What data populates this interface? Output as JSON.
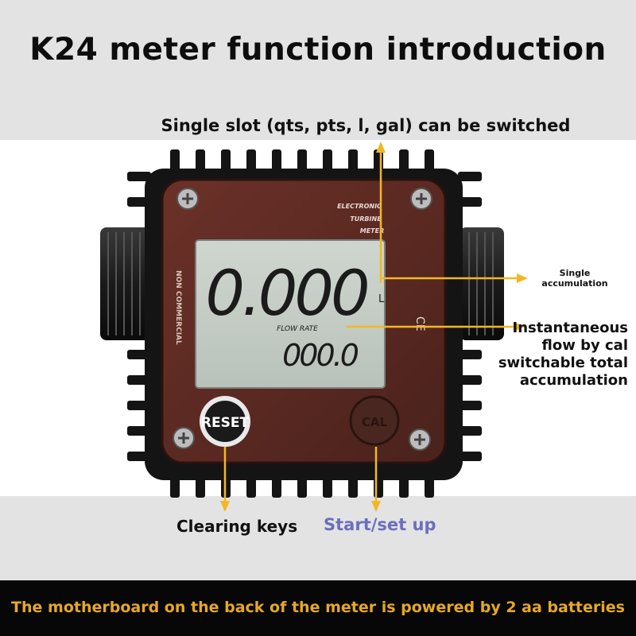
{
  "title": "K24 meter function introduction",
  "labels": {
    "slot_switch": "Single slot (qts, pts, l, gal) can be switched",
    "single_accumulation": "Single accumulation",
    "instantaneous_flow": "Instantaneous flow by cal switchable total accumulation",
    "clearing_keys": "Clearing keys",
    "start_setup": "Start/set up"
  },
  "meter": {
    "brand_text": "ELECTRONIC TURBINE METER",
    "side_text": "NON COMMERCIAL",
    "main_reading": "0.000",
    "unit": "L",
    "flow_rate_label": "FLOW RATE",
    "flow_rate_reading": "000.0",
    "reset_button": "RESET",
    "cal_button": "CAL",
    "ce_mark": "CE"
  },
  "footer": "The motherboard on the back of the meter is powered by 2 aa batteries",
  "colors": {
    "arrow": "#f2b824",
    "footer_text": "#e8a824",
    "start_label": "#6b6fbe",
    "body_red": "#5a2a22",
    "lcd": "#c7cfc8"
  }
}
